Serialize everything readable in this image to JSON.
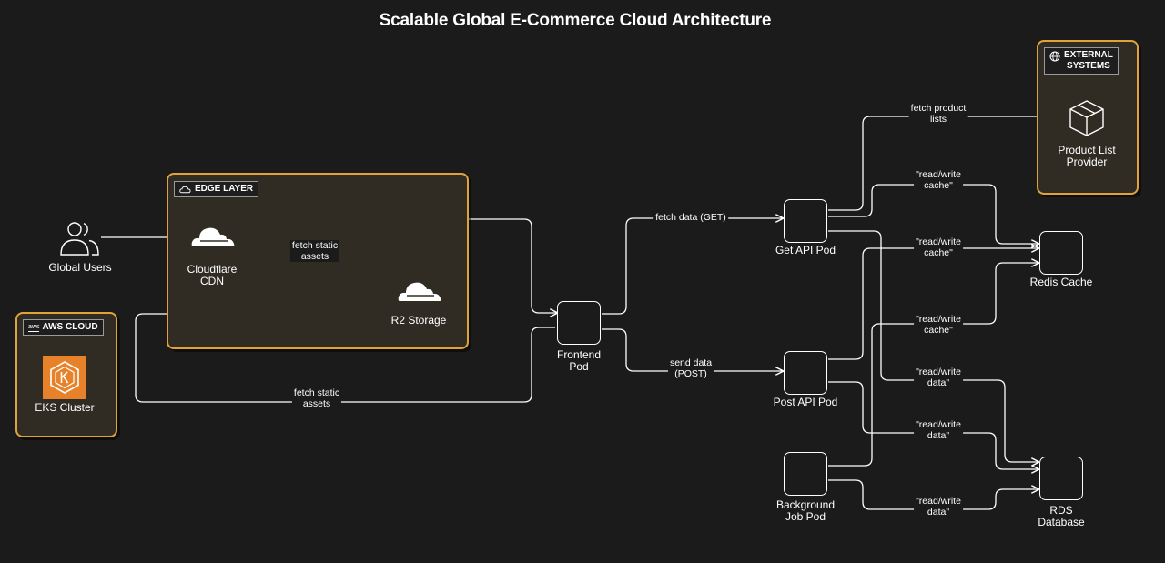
{
  "title": "Scalable Global E-Commerce Cloud Architecture",
  "groups": {
    "edge": {
      "tag": "EDGE LAYER"
    },
    "aws": {
      "tag": "AWS CLOUD",
      "tag_prefix": "aws"
    },
    "external": {
      "tag": "EXTERNAL\nSYSTEMS"
    }
  },
  "nodes": {
    "users": "Global Users",
    "cdn": "Cloudflare\nCDN",
    "r2": "R2 Storage",
    "eks": "EKS Cluster",
    "frontend": "Frontend\nPod",
    "get_api": "Get API Pod",
    "post_api": "Post API Pod",
    "bg_job": "Background\nJob Pod",
    "redis": "Redis Cache",
    "rds": "RDS\nDatabase",
    "product_provider": "Product List\nProvider"
  },
  "edges": {
    "cdn_r2": "fetch static\nassets",
    "frontend_r2": "fetch static\nassets",
    "frontend_get": "fetch data (GET)",
    "frontend_post": "send data\n(POST)",
    "get_product": "fetch product\nlists",
    "get_redis": "\"read/write\ncache\"",
    "post_redis": "\"read/write\ncache\"",
    "bg_redis": "\"read/write\ncache\"",
    "get_rds": "\"read/write\ndata\"",
    "post_rds": "\"read/write\ndata\"",
    "bg_rds": "\"read/write\ndata\""
  },
  "colors": {
    "background": "#1b1b1b",
    "group_border": "#e0a33a",
    "group_fill": "#302c24",
    "line": "#ffffff",
    "eks_icon": "#e8822a"
  }
}
